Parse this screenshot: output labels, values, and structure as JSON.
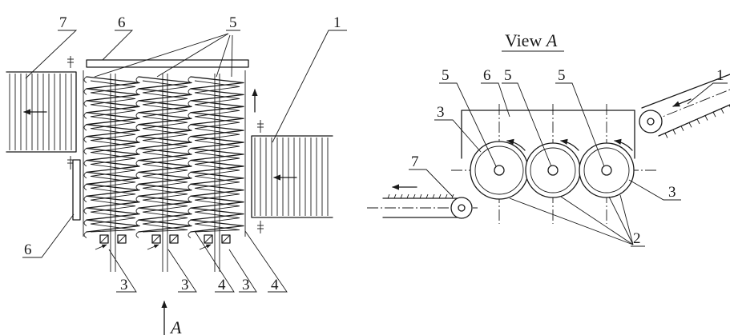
{
  "diagram": {
    "view_title_prefix": "View ",
    "view_title_letter": "A",
    "view_arrow_letter": "A",
    "labels": {
      "l7": "7",
      "l6top": "6",
      "l5top": "5",
      "l1": "1",
      "l6left": "6",
      "l3a": "3",
      "l3b": "3",
      "l4a": "4",
      "l3c": "3",
      "l4b": "4",
      "v5a": "5",
      "v6": "6",
      "v5b": "5",
      "v5c": "5",
      "v1": "1",
      "v3left": "3",
      "v7": "7",
      "v3right": "3",
      "v2": "2"
    }
  }
}
